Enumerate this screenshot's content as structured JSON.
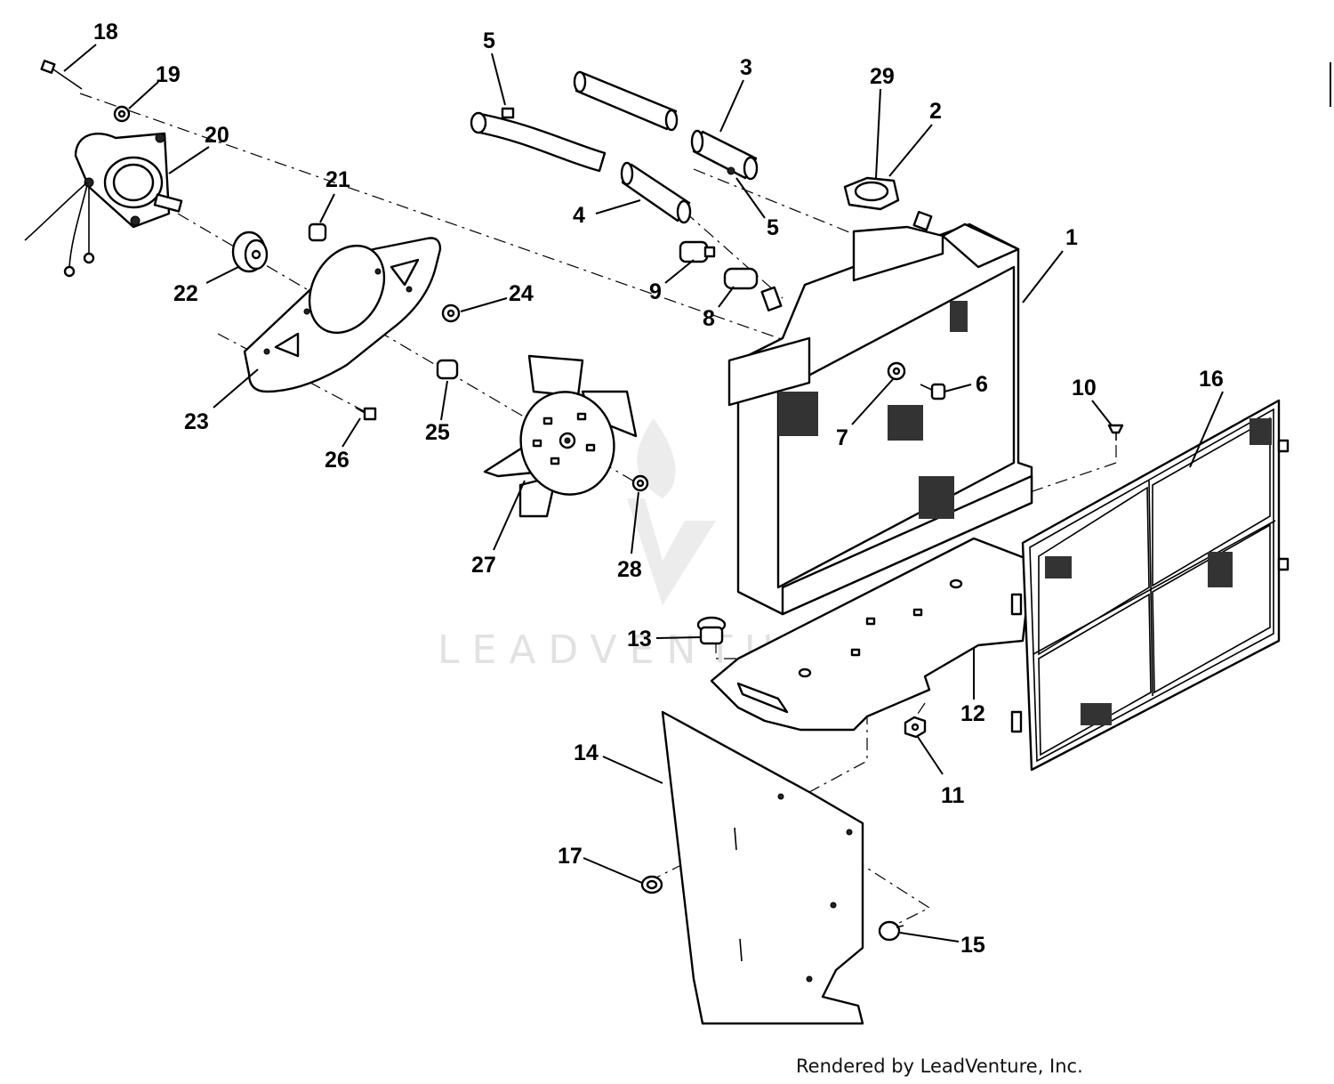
{
  "watermark": {
    "text": "LEADVENTURE"
  },
  "credit": "Rendered by LeadVenture, Inc.",
  "callouts": [
    {
      "id": "1",
      "label": "1"
    },
    {
      "id": "2",
      "label": "2"
    },
    {
      "id": "3",
      "label": "3"
    },
    {
      "id": "4",
      "label": "4"
    },
    {
      "id": "5a",
      "label": "5"
    },
    {
      "id": "5b",
      "label": "5"
    },
    {
      "id": "6",
      "label": "6"
    },
    {
      "id": "7",
      "label": "7"
    },
    {
      "id": "8",
      "label": "8"
    },
    {
      "id": "9",
      "label": "9"
    },
    {
      "id": "10",
      "label": "10"
    },
    {
      "id": "11",
      "label": "11"
    },
    {
      "id": "12",
      "label": "12"
    },
    {
      "id": "13",
      "label": "13"
    },
    {
      "id": "14",
      "label": "14"
    },
    {
      "id": "15",
      "label": "15"
    },
    {
      "id": "16",
      "label": "16"
    },
    {
      "id": "17",
      "label": "17"
    },
    {
      "id": "18",
      "label": "18"
    },
    {
      "id": "19",
      "label": "19"
    },
    {
      "id": "20",
      "label": "20"
    },
    {
      "id": "21",
      "label": "21"
    },
    {
      "id": "22",
      "label": "22"
    },
    {
      "id": "23",
      "label": "23"
    },
    {
      "id": "24",
      "label": "24"
    },
    {
      "id": "25",
      "label": "25"
    },
    {
      "id": "26",
      "label": "26"
    },
    {
      "id": "27",
      "label": "27"
    },
    {
      "id": "28",
      "label": "28"
    },
    {
      "id": "29",
      "label": "29"
    }
  ]
}
